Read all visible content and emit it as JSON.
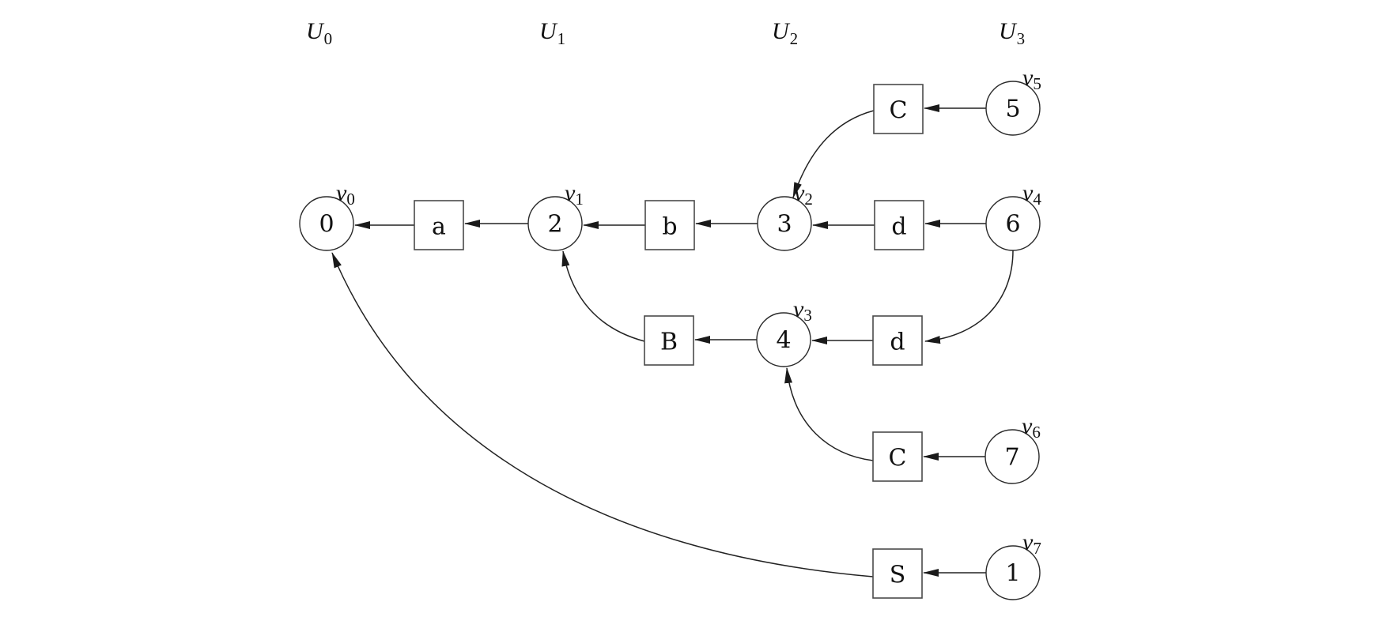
{
  "diagram": {
    "columns": [
      {
        "id": "U0",
        "base": "U",
        "sub": "0"
      },
      {
        "id": "U1",
        "base": "U",
        "sub": "1"
      },
      {
        "id": "U2",
        "base": "U",
        "sub": "2"
      },
      {
        "id": "U3",
        "base": "U",
        "sub": "3"
      }
    ],
    "states": [
      {
        "id": "n0",
        "label": "0",
        "var_base": "v",
        "var_sub": "0",
        "column": "U0"
      },
      {
        "id": "n2",
        "label": "2",
        "var_base": "v",
        "var_sub": "1",
        "column": "U1"
      },
      {
        "id": "n3",
        "label": "3",
        "var_base": "v",
        "var_sub": "2",
        "column": "U2"
      },
      {
        "id": "n4",
        "label": "4",
        "var_base": "v",
        "var_sub": "3",
        "column": "U2"
      },
      {
        "id": "n5",
        "label": "5",
        "var_base": "v",
        "var_sub": "5",
        "column": "U3"
      },
      {
        "id": "n6",
        "label": "6",
        "var_base": "v",
        "var_sub": "4",
        "column": "U3"
      },
      {
        "id": "n7",
        "label": "7",
        "var_base": "v",
        "var_sub": "6",
        "column": "U3"
      },
      {
        "id": "n1",
        "label": "1",
        "var_base": "v",
        "var_sub": "7",
        "column": "U3"
      }
    ],
    "symbols": [
      {
        "id": "s_a",
        "label": "a"
      },
      {
        "id": "s_b",
        "label": "b"
      },
      {
        "id": "s_B",
        "label": "B"
      },
      {
        "id": "s_C1",
        "label": "C"
      },
      {
        "id": "s_d1",
        "label": "d"
      },
      {
        "id": "s_d2",
        "label": "d"
      },
      {
        "id": "s_C2",
        "label": "C"
      },
      {
        "id": "s_S",
        "label": "S"
      }
    ],
    "edges": [
      {
        "from": "s_a",
        "to": "n0"
      },
      {
        "from": "n2",
        "to": "s_a"
      },
      {
        "from": "s_b",
        "to": "n2"
      },
      {
        "from": "n3",
        "to": "s_b"
      },
      {
        "from": "s_d1",
        "to": "n3"
      },
      {
        "from": "n6",
        "to": "s_d1"
      },
      {
        "from": "n5",
        "to": "s_C1"
      },
      {
        "from": "s_C1",
        "to": "n3"
      },
      {
        "from": "n6",
        "to": "s_d2"
      },
      {
        "from": "s_d2",
        "to": "n4"
      },
      {
        "from": "n4",
        "to": "s_B"
      },
      {
        "from": "s_B",
        "to": "n2"
      },
      {
        "from": "n7",
        "to": "s_C2"
      },
      {
        "from": "s_C2",
        "to": "n4"
      },
      {
        "from": "n1",
        "to": "s_S"
      },
      {
        "from": "s_S",
        "to": "n0"
      }
    ]
  }
}
